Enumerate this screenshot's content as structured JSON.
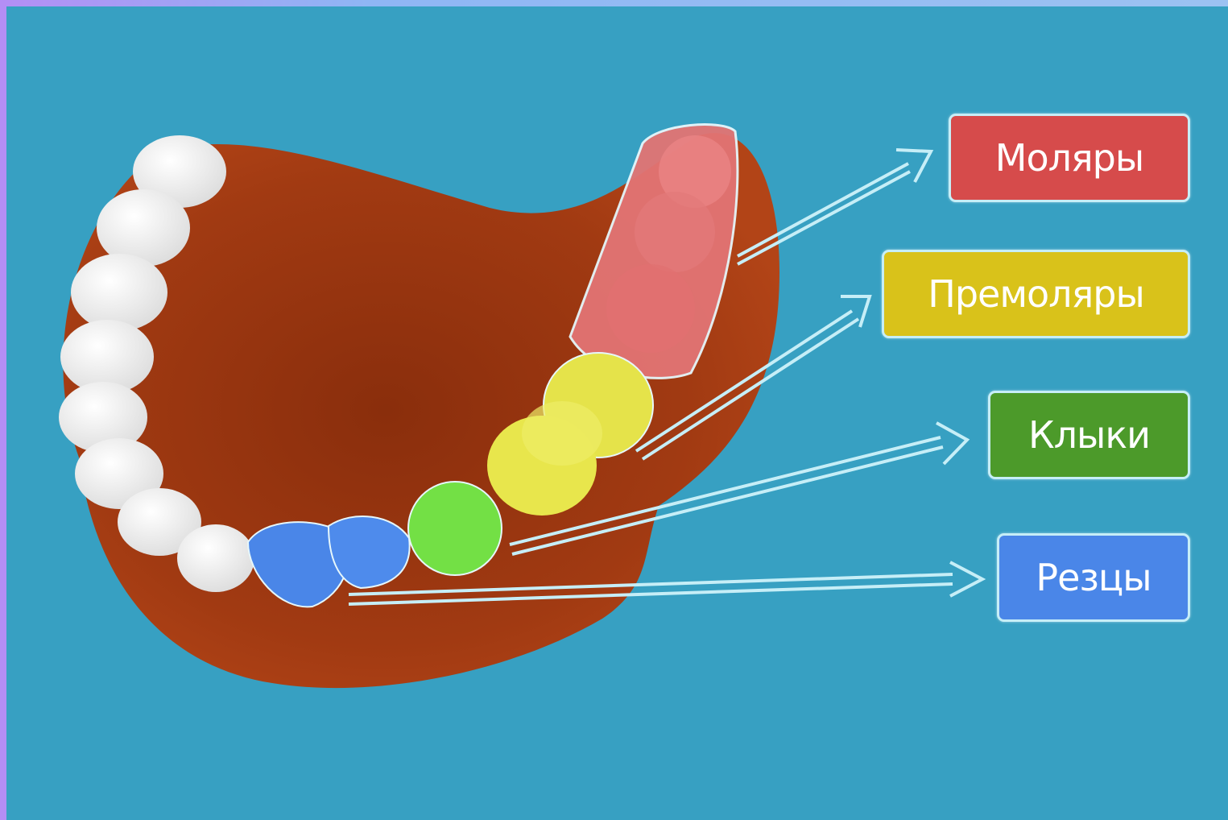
{
  "labels": {
    "molars": "Моляры",
    "premolars": "Премоляры",
    "canines": "Клыки",
    "incisors": "Резцы"
  },
  "colors": {
    "background": "#37a0c2",
    "gum": "#a13a12",
    "molars": "#d64b4b",
    "premolars": "#d9c21a",
    "canines": "#4c9a2a",
    "incisors": "#4a86e8",
    "arrows": "#c6eef7"
  }
}
